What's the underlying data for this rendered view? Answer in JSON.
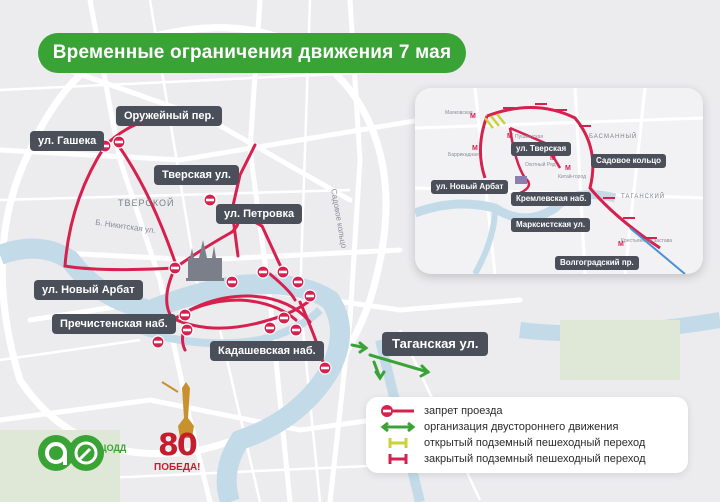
{
  "title": "Временные ограничения движения 7 мая",
  "districts": {
    "tverskoy": "ТВЕРСКОЙ"
  },
  "street_small": {
    "nikitskaya": "Б. Никитская ул.",
    "sadovoe": "Садовое кольцо"
  },
  "labels": {
    "oruzheyny": "Оружейный пер.",
    "gasheka": "ул. Гашека",
    "tverskaya": "Тверская ул.",
    "petrovka": "ул. Петровка",
    "novy_arbat": "ул. Новый Арбат",
    "prechistenskaya": "Пречистенская наб.",
    "kadashevskaya": "Кадашевская наб.",
    "taganskaya": "Таганская ул."
  },
  "inset": {
    "districts": {
      "basmanny": "БАСМАННЫЙ",
      "tagansky": "ТАГАНСКИЙ"
    },
    "labels": {
      "tverskaya": "ул. Тверская",
      "novy_arbat": "ул. Новый Арбат",
      "sadovoe": "Садовое кольцо",
      "kremlevskaya": "Кремлевская наб.",
      "marksistskaya": "Марксистская ул.",
      "volgogradsky": "Волгоградский пр."
    },
    "stations": {
      "mayakovskaya": "Маяковская",
      "pushkinskaya": "Пушкинская",
      "barrikadnaya": "Баррикадная",
      "okhotny": "Охотный Ряд",
      "kitay": "Китай-город",
      "krestyanskaya": "Крестьянская застава"
    }
  },
  "legend": {
    "no_entry": "запрет проезда",
    "two_way": "организация двустороннего движения",
    "open_crossing": "открытый подземный пешеходный переход",
    "closed_crossing": "закрытый подземный пешеходный переход"
  },
  "logos": {
    "cdd": "ЦОДД",
    "victory_number": "80",
    "victory_word": "ПОБЕДА!"
  },
  "colors": {
    "restriction": "#d6204e",
    "two_way": "#3aa335",
    "open_crossing": "#c9d23a",
    "label_bg": "#4a4f5a",
    "title_bg": "#3aa335"
  }
}
